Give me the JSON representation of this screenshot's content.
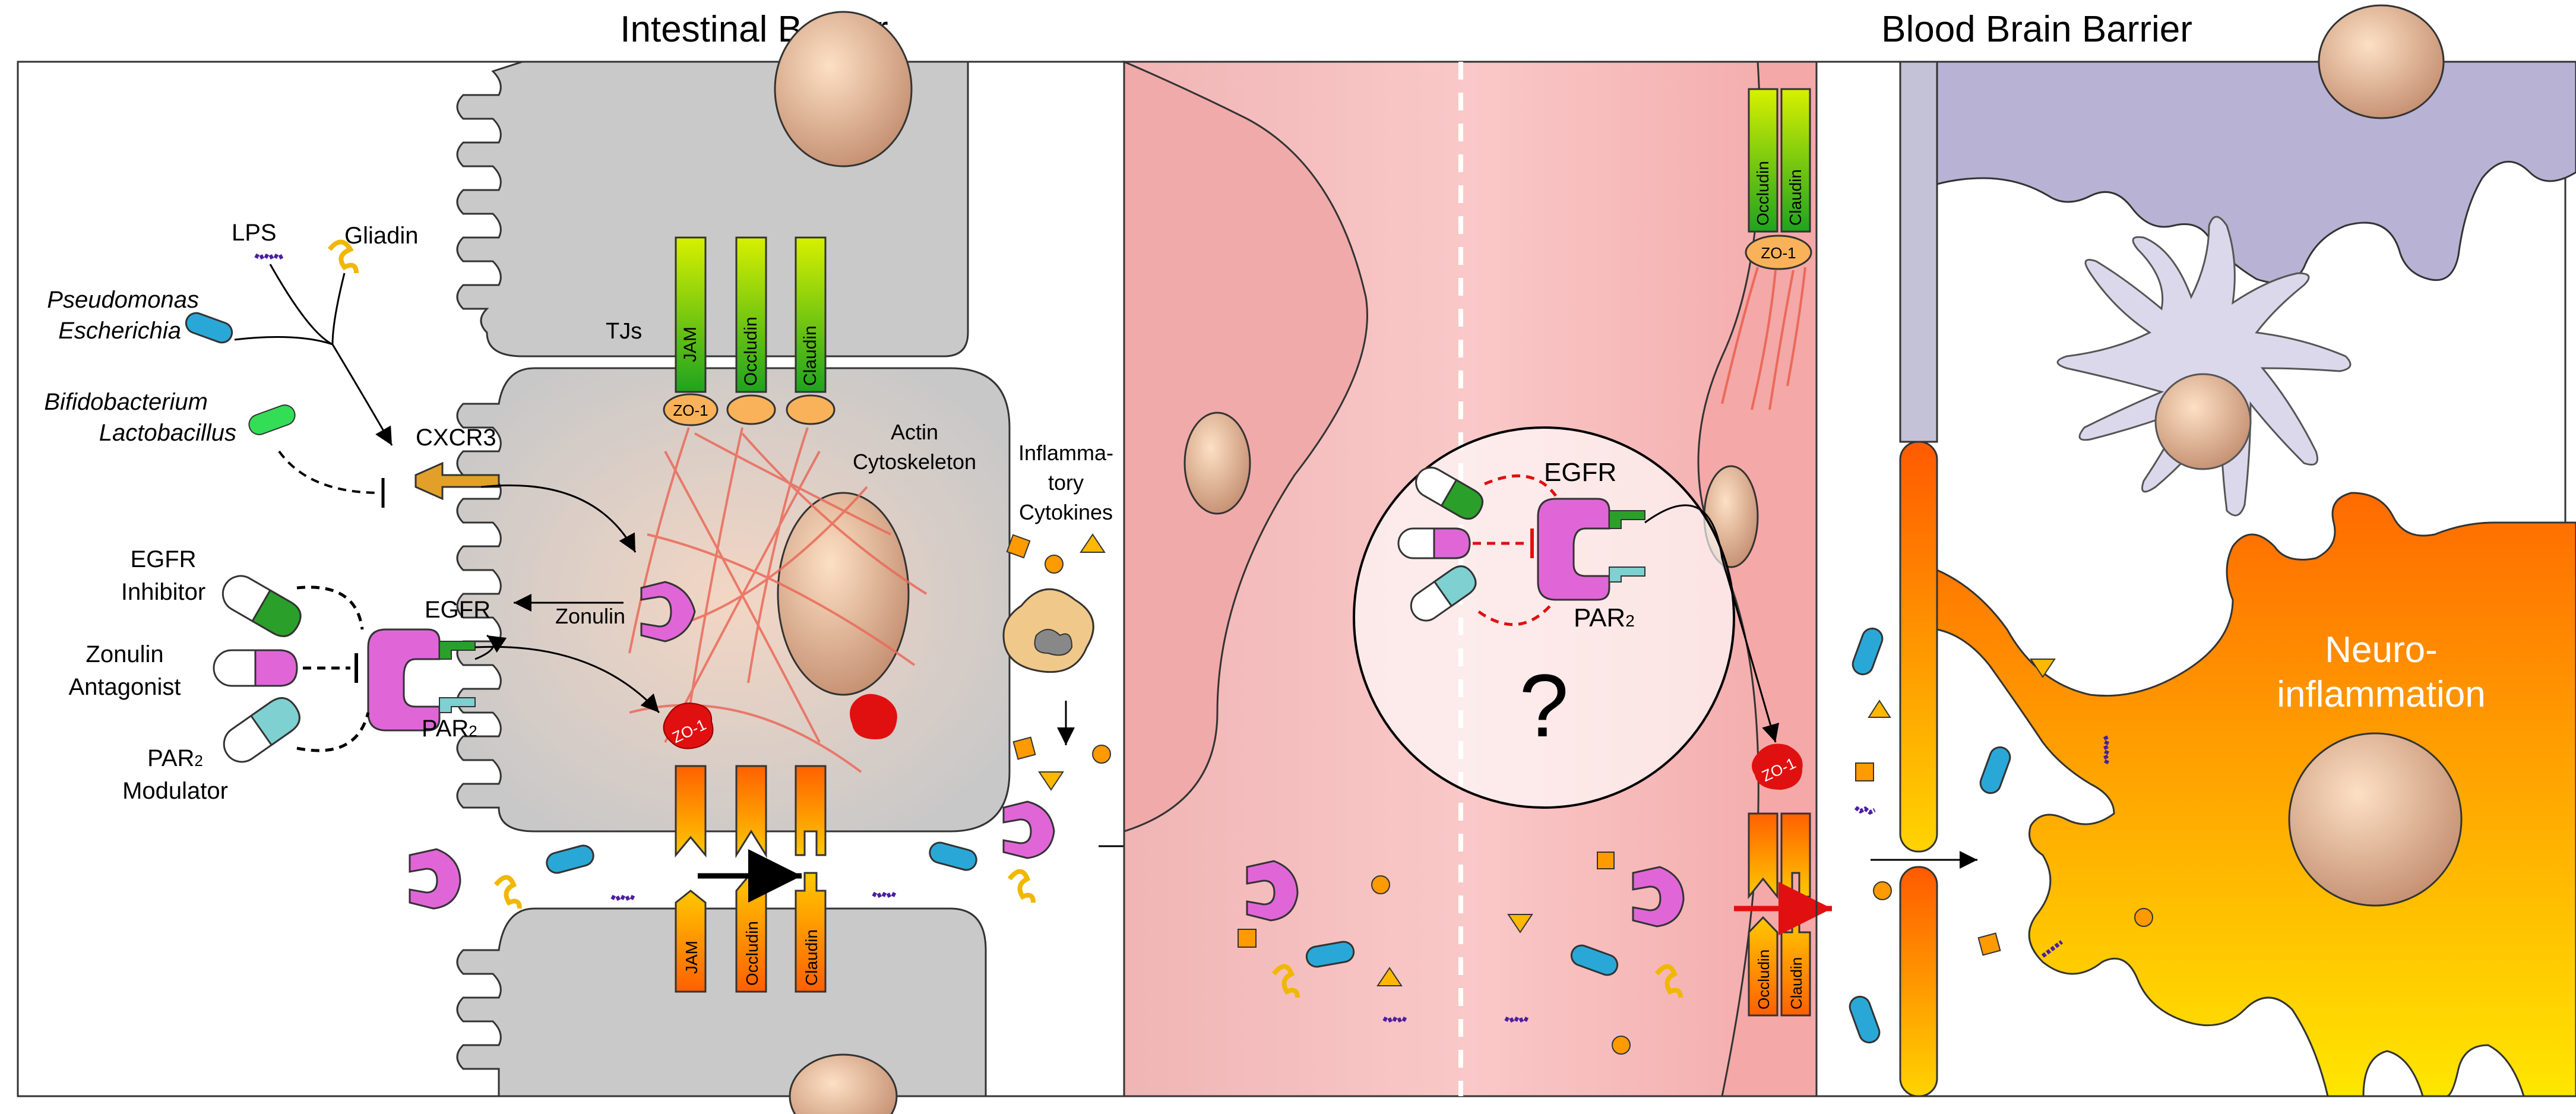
{
  "titles": {
    "intestinal": "Intestinal Barrier",
    "bbb": "Blood Brain Barrier"
  },
  "microbes": {
    "lps": "LPS",
    "gliadin": "Gliadin",
    "pseudomonas": "Pseudomonas",
    "escherichia": "Escherichia",
    "bifidobacterium": "Bifidobacterium",
    "lactobacillus": "Lactobacillus"
  },
  "receptors": {
    "cxcr3": "CXCR3",
    "egfr": "EGFR",
    "par2_main": "PAR",
    "par2_sub": "2",
    "zonulin": "Zonulin"
  },
  "drugs": {
    "egfr_inhibitor_1": "EGFR",
    "egfr_inhibitor_2": "Inhibitor",
    "zonulin_antagonist_1": "Zonulin",
    "zonulin_antagonist_2": "Antagonist",
    "par2_modulator_1": "PAR",
    "par2_modulator_sub": "2",
    "par2_modulator_2": "Modulator"
  },
  "junctions": {
    "tjs": "TJs",
    "zo1": "ZO-1",
    "jam": "JAM",
    "occludin": "Occludin",
    "claudin": "Claudin"
  },
  "cytoskeleton": {
    "line1": "Actin",
    "line2": "Cytoskeleton"
  },
  "cytokines": {
    "line1": "Inflamma-",
    "line2": "tory",
    "line3": "Cytokines"
  },
  "question": "?",
  "neuro": {
    "line1": "Neuro-",
    "line2": "inflammation"
  },
  "colors": {
    "cell_gray": "#c9c9c9",
    "endothelial_red": "#f4a3a3",
    "tight_junction_green": "#33cc33",
    "tight_junction_orange": "#ff8a00",
    "receptor_pink": "#e066d8",
    "bacteria_blue": "#29a8d8",
    "astrocyte_orange": "#ff7a00",
    "microglia_lavender": "#d8d4ea"
  }
}
